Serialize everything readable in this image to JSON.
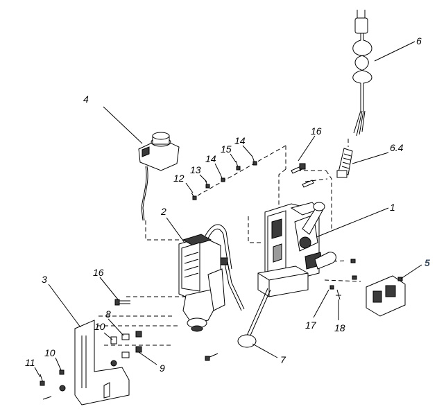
{
  "diagram": {
    "callouts": [
      {
        "id": "c1",
        "text": "1"
      },
      {
        "id": "c2",
        "text": "2"
      },
      {
        "id": "c3",
        "text": "3"
      },
      {
        "id": "c4",
        "text": "4"
      },
      {
        "id": "c5",
        "text": "5"
      },
      {
        "id": "c6",
        "text": "6"
      },
      {
        "id": "c6_4",
        "text": "6.4"
      },
      {
        "id": "c7",
        "text": "7"
      },
      {
        "id": "c8",
        "text": "8"
      },
      {
        "id": "c9",
        "text": "9"
      },
      {
        "id": "c10a",
        "text": "10"
      },
      {
        "id": "c10b",
        "text": "10"
      },
      {
        "id": "c11",
        "text": "11"
      },
      {
        "id": "c12",
        "text": "12"
      },
      {
        "id": "c13",
        "text": "13"
      },
      {
        "id": "c14a",
        "text": "14"
      },
      {
        "id": "c14b",
        "text": "14"
      },
      {
        "id": "c15",
        "text": "15"
      },
      {
        "id": "c16a",
        "text": "16"
      },
      {
        "id": "c16b",
        "text": "16"
      },
      {
        "id": "c17",
        "text": "17"
      },
      {
        "id": "c18",
        "text": "18"
      }
    ],
    "colors": {
      "line": "#000000",
      "accent_label": "#3a4a5c",
      "background": "#ffffff"
    }
  }
}
